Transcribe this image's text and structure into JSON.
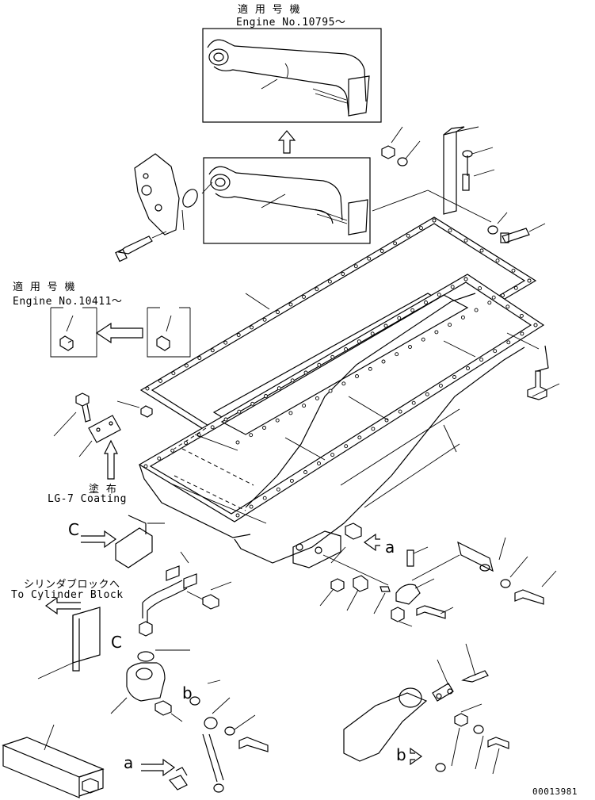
{
  "labels": {
    "applicable_jp_top": "適 用 号 機",
    "engine_top": "Engine No.10795～",
    "applicable_jp_left": "適 用 号 機",
    "engine_left": "Engine No.10411～",
    "coat_jp": "塗 布",
    "coat_en": "LG-7 Coating",
    "cyl_jp": "シリンダブロックへ",
    "cyl_en": "To Cylinder Block",
    "ref_c1": "C",
    "ref_c2": "C",
    "ref_a1": "a",
    "ref_a2": "a",
    "ref_b1": "b",
    "ref_b2": "b",
    "doc_number": "00013981"
  }
}
